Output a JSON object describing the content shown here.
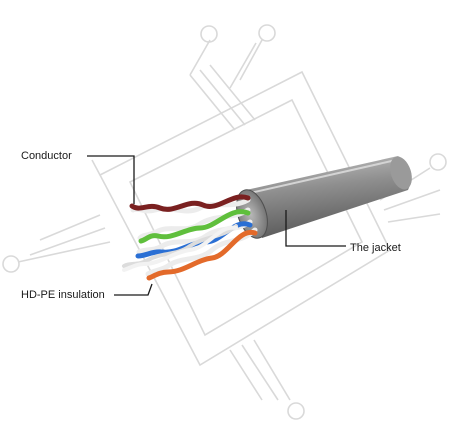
{
  "labels": {
    "conductor": "Conductor",
    "jacket": "The jacket",
    "insulation": "HD-PE insulation"
  },
  "colors": {
    "jacket": "#8f8f8f",
    "jacket_highlight": "#c4c4c4",
    "jacket_shadow": "#5c5c5c",
    "pair_brown": "#7a2020",
    "pair_green": "#5fbf3c",
    "pair_blue": "#2a6fd4",
    "pair_orange": "#e36a2a",
    "pair_white": "#ececec",
    "leader_line": "#1a1a1a",
    "background_outline": "#d9d9d9"
  },
  "components": [
    "jacket",
    "brown-pair",
    "green-pair",
    "blue-pair",
    "orange-pair"
  ]
}
